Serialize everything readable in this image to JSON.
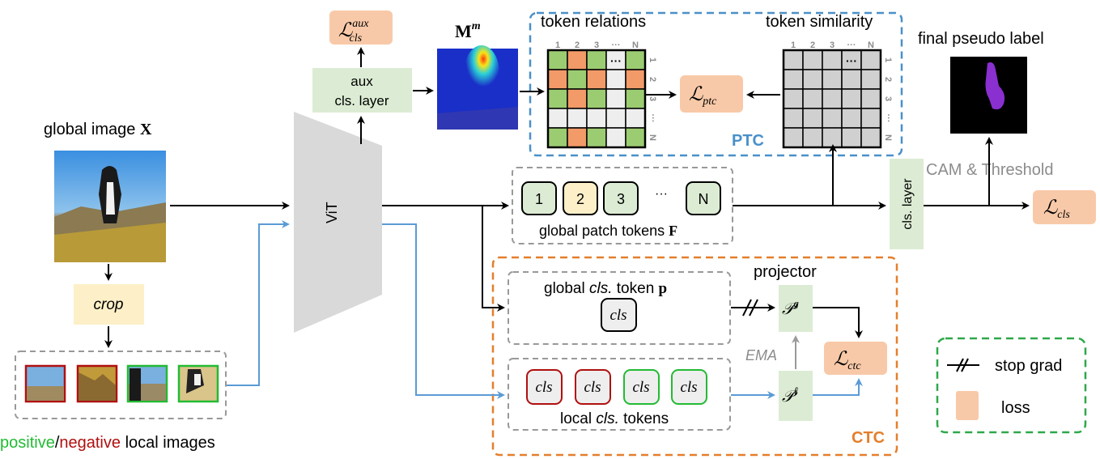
{
  "labels": {
    "aux_loss": "ℒ",
    "aux_loss_sup": "aux",
    "aux_loss_sub": "cls",
    "aux_layer_line1": "aux",
    "aux_layer_line2": "cls. layer",
    "mm_label": "M",
    "mm_label_sup": "m",
    "token_relations": "token relations",
    "token_similarity": "token similarity",
    "ptc_loss": "ℒ",
    "ptc_loss_sub": "ptc",
    "ptc_module": "PTC",
    "final_pseudo_label": "final pseudo label",
    "global_image": "global image",
    "global_image_symbol": "X",
    "vit": "ViT",
    "cls_layer": "cls. layer",
    "cam_threshold": "CAM & Threshold",
    "cls_loss": "ℒ",
    "cls_loss_sub": "cls",
    "patch_tokens": [
      "1",
      "2",
      "3",
      "···",
      "N"
    ],
    "global_patch_tokens": "global patch tokens",
    "global_patch_tokens_symbol": "F",
    "crop": "crop",
    "projector": "projector",
    "global_cls_token_prefix": "global",
    "global_cls_token_italic": "cls.",
    "global_cls_token_suffix": "token",
    "global_cls_token_symbol": "p",
    "cls_token": "cls",
    "proj_g": "𝒫",
    "proj_g_sup": "g",
    "proj_l": "𝒫",
    "proj_l_sup": "ℓ",
    "ema": "EMA",
    "ctc_loss": "ℒ",
    "ctc_loss_sub": "ctc",
    "local_tokens_prefix": "local",
    "local_tokens_italic": "cls.",
    "local_tokens_suffix": "tokens",
    "ctc_module": "CTC",
    "legend_stop_grad": "stop grad",
    "legend_loss": "loss",
    "caption_positive": "positive",
    "caption_slash": "/",
    "caption_negative": "negative",
    "caption_rest": "local images",
    "matrix_cols": [
      "1",
      "2",
      "3",
      "···",
      "N"
    ],
    "matrix_rows": [
      "1",
      "2",
      "3",
      "···",
      "N"
    ]
  },
  "local_crops": [
    "negative",
    "negative",
    "positive",
    "positive"
  ],
  "local_cls_tokens": [
    "negative",
    "negative",
    "positive",
    "positive"
  ],
  "colors": {
    "loss_fill": "#f8c9a8",
    "layer_fill": "#dcecd4",
    "crop_fill": "#fdf0c8",
    "ptc_border": "#4a90c8",
    "ctc_border": "#e47f2c",
    "legend_border": "#2ea84a",
    "positive": "#22bb33",
    "negative": "#b01010",
    "blue_arrow": "#5b9bd5",
    "matrix_green": "#9ccc72",
    "matrix_orange": "#f29a68",
    "matrix_white": "#eeeeee",
    "matrix_gray": "#d0d0d0"
  },
  "token_relations_matrix": [
    [
      "g",
      "o",
      "g",
      "w",
      "g"
    ],
    [
      "o",
      "g",
      "o",
      "w",
      "o"
    ],
    [
      "g",
      "o",
      "g",
      "w",
      "g"
    ],
    [
      "w",
      "w",
      "w",
      "w",
      "w"
    ],
    [
      "g",
      "o",
      "g",
      "w",
      "g"
    ]
  ]
}
